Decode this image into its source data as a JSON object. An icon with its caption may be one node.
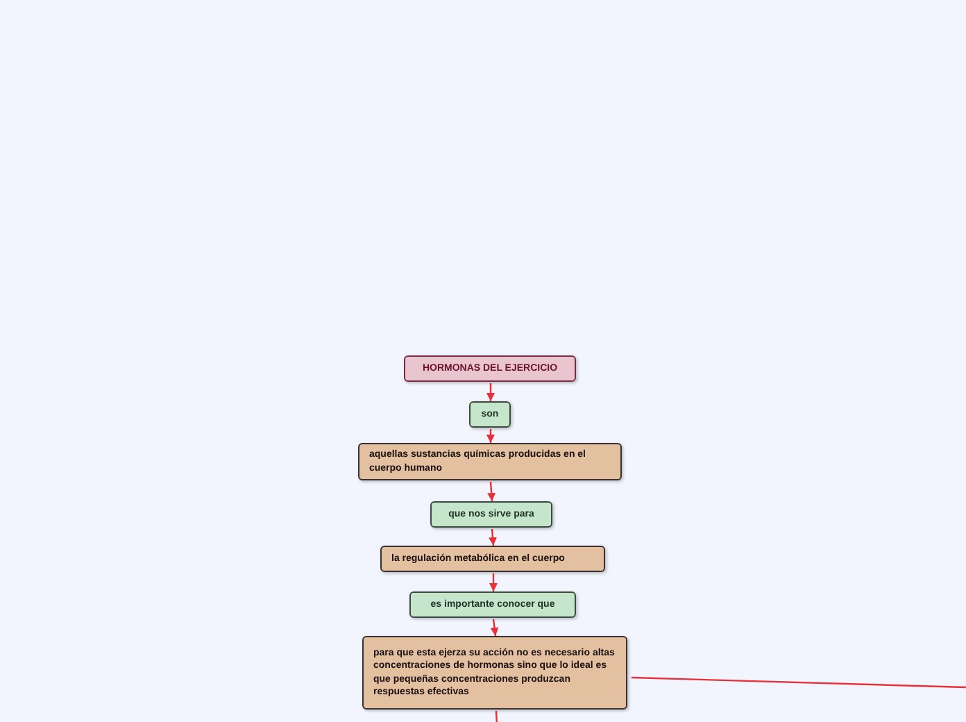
{
  "diagram": {
    "nodes": [
      {
        "text": [
          "HORMONAS DEL EJERCICIO"
        ]
      },
      {
        "text": [
          "son"
        ]
      },
      {
        "text": [
          "aquellas sustancias químicas producidas en el cuerpo humano"
        ]
      },
      {
        "text": [
          "que nos sirve para"
        ]
      },
      {
        "text": [
          "la regulación metabólica en el cuerpo"
        ]
      },
      {
        "text": [
          "es importante conocer que"
        ]
      },
      {
        "text": [
          "para que esta ejerza su acción no es necesario altas concentraciones de hormonas sino que lo ideal es que pequeñas concentraciones produzcan respuestas efectivas"
        ]
      }
    ],
    "edges": [
      {
        "from": 0,
        "to": 1,
        "arrow": "to"
      },
      {
        "from": 1,
        "to": 2,
        "arrow": "to"
      },
      {
        "from": 2,
        "to": 3,
        "arrow": "to"
      },
      {
        "from": 3,
        "to": 4,
        "arrow": "to"
      },
      {
        "from": 4,
        "to": 5,
        "arrow": "to"
      },
      {
        "from": 5,
        "to": 6,
        "arrow": "to"
      },
      {
        "from": 6,
        "to": null,
        "arrow": "none"
      },
      {
        "from": 6,
        "to": null,
        "arrow": "none"
      }
    ]
  }
}
